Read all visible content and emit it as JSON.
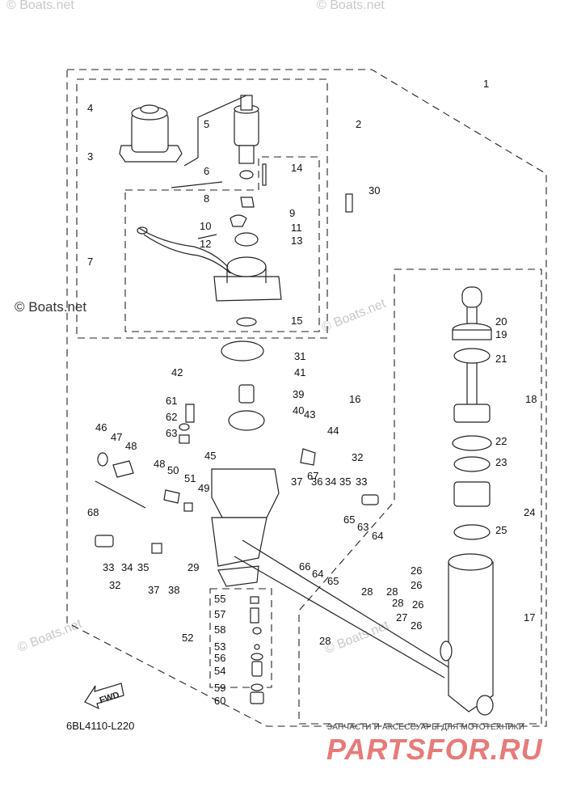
{
  "diagram": {
    "code": "6BL4110-L220",
    "fwd_label": "FWD",
    "labels": [
      "1",
      "2",
      "3",
      "4",
      "5",
      "6",
      "7",
      "8",
      "9",
      "10",
      "11",
      "12",
      "13",
      "14",
      "15",
      "16",
      "17",
      "18",
      "19",
      "20",
      "21",
      "22",
      "23",
      "24",
      "25",
      "26",
      "26",
      "26",
      "26",
      "27",
      "28",
      "28",
      "28",
      "28",
      "29",
      "30",
      "31",
      "32",
      "32",
      "33",
      "33",
      "34",
      "34",
      "35",
      "35",
      "36",
      "37",
      "37",
      "38",
      "39",
      "40",
      "41",
      "42",
      "43",
      "44",
      "45",
      "46",
      "47",
      "48",
      "48",
      "49",
      "50",
      "51",
      "52",
      "53",
      "54",
      "55",
      "56",
      "57",
      "58",
      "59",
      "60",
      "61",
      "62",
      "63",
      "63",
      "64",
      "64",
      "65",
      "65",
      "66",
      "67",
      "68"
    ]
  },
  "watermarks": {
    "site": "© Boats.net",
    "tagline": "ЗАПЧАСТИ И АКСЕССУАРЫ ДЛЯ МОТОТЕХНИКИ",
    "brand": "PARTSFOR.RU"
  }
}
